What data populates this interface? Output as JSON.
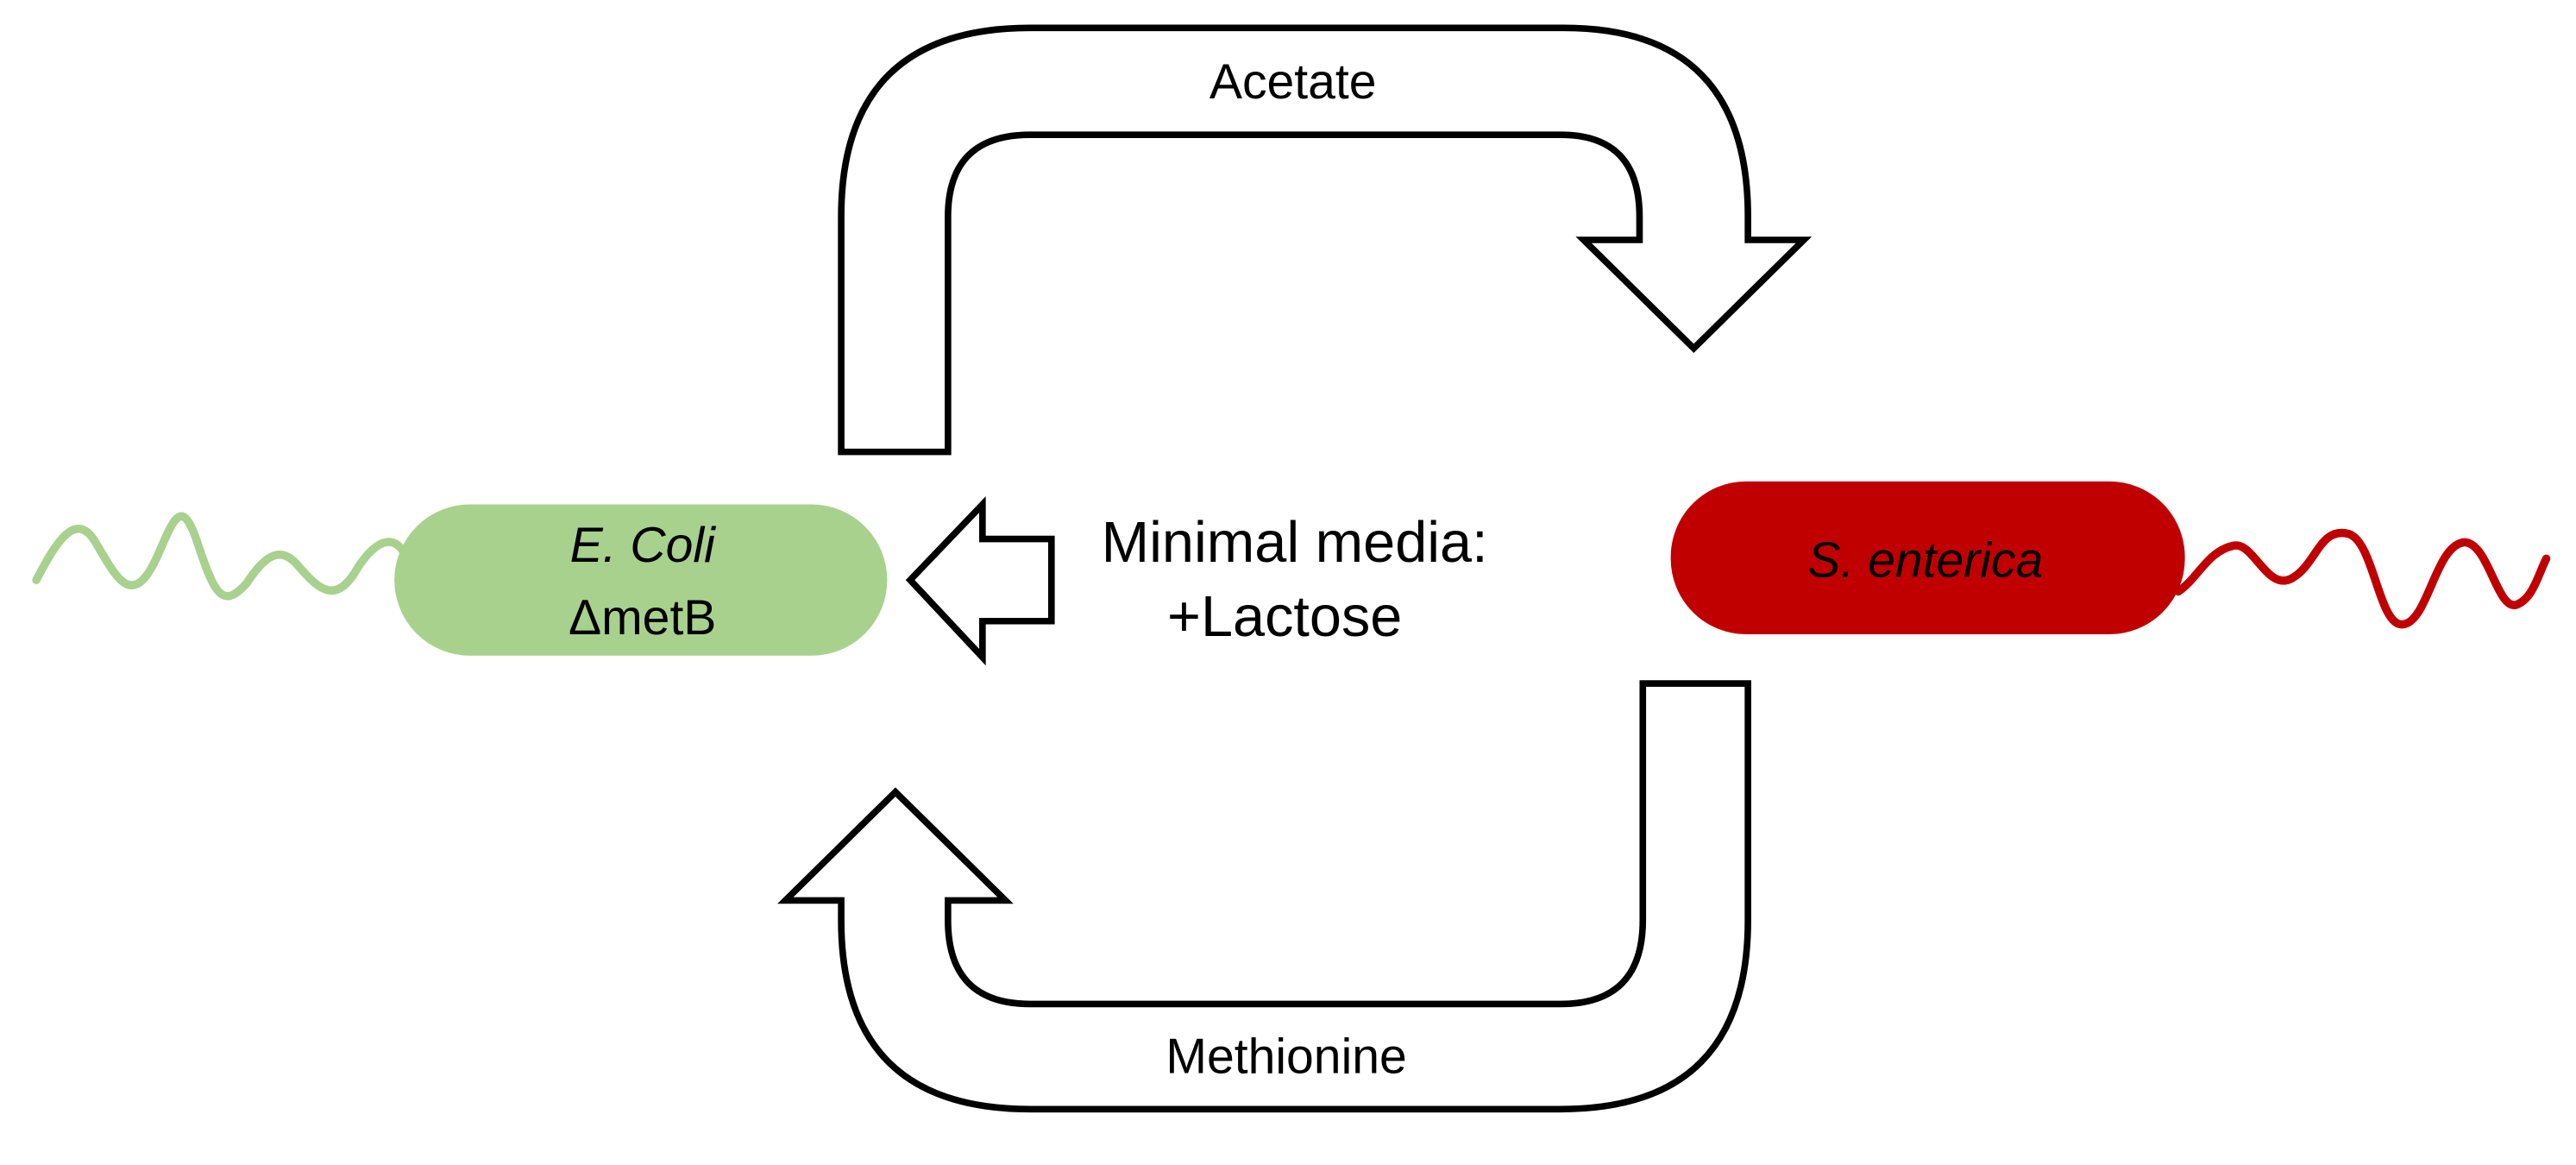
{
  "labels": {
    "top_flow": "Acetate",
    "bottom_flow": "Methionine",
    "media_line1": "Minimal media:",
    "media_line2": "+Lactose"
  },
  "ecoli": {
    "name": "E. Coli",
    "genotype": "ΔmetB"
  },
  "senterica": {
    "name": "S. enterica"
  },
  "colors": {
    "ecoli_fill": "#a9d18e",
    "ecoli_flagellum": "#a9d18e",
    "senterica_fill": "#c00000",
    "senterica_flagellum": "#c00000",
    "arrow_fill": "#ffffff",
    "arrow_stroke": "#000000"
  }
}
